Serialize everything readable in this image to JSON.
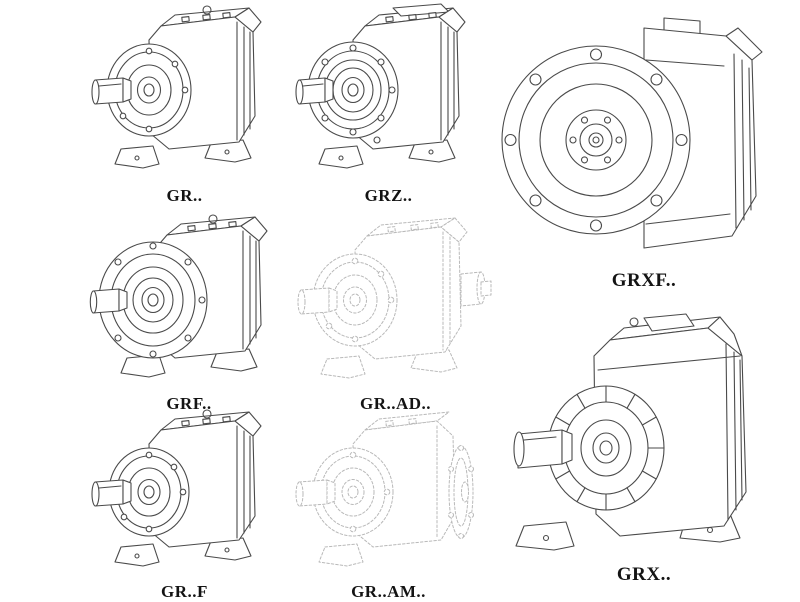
{
  "page": {
    "background": "#ffffff",
    "description": "Catalog sheet of helical gear reducer model variants shown as technical line drawings"
  },
  "colors": {
    "line_ink": "#4a4a4a",
    "line_ghost": "#b9b9b9",
    "label_text": "#141414"
  },
  "figures": [
    {
      "id": "gr",
      "label": "GR..",
      "style": "solid",
      "type": "foot-mounted gearbox"
    },
    {
      "id": "grz",
      "label": "GRZ..",
      "style": "solid",
      "type": "foot-mounted gearbox"
    },
    {
      "id": "grxf",
      "label": "GRXF..",
      "style": "solid",
      "type": "flange-mounted gearbox, front view"
    },
    {
      "id": "grf",
      "label": "GRF..",
      "style": "solid",
      "type": "flange gearbox"
    },
    {
      "id": "grad",
      "label": "GR..AD..",
      "style": "ghost",
      "type": "gearbox with input adapter"
    },
    {
      "id": "grft",
      "label": "GR..F",
      "style": "solid",
      "type": "foot-mounted gearbox"
    },
    {
      "id": "gram",
      "label": "GR..AM..",
      "style": "ghost",
      "type": "gearbox with motor flange"
    },
    {
      "id": "grx",
      "label": "GRX..",
      "style": "solid",
      "type": "large foot-mounted gearbox"
    }
  ]
}
